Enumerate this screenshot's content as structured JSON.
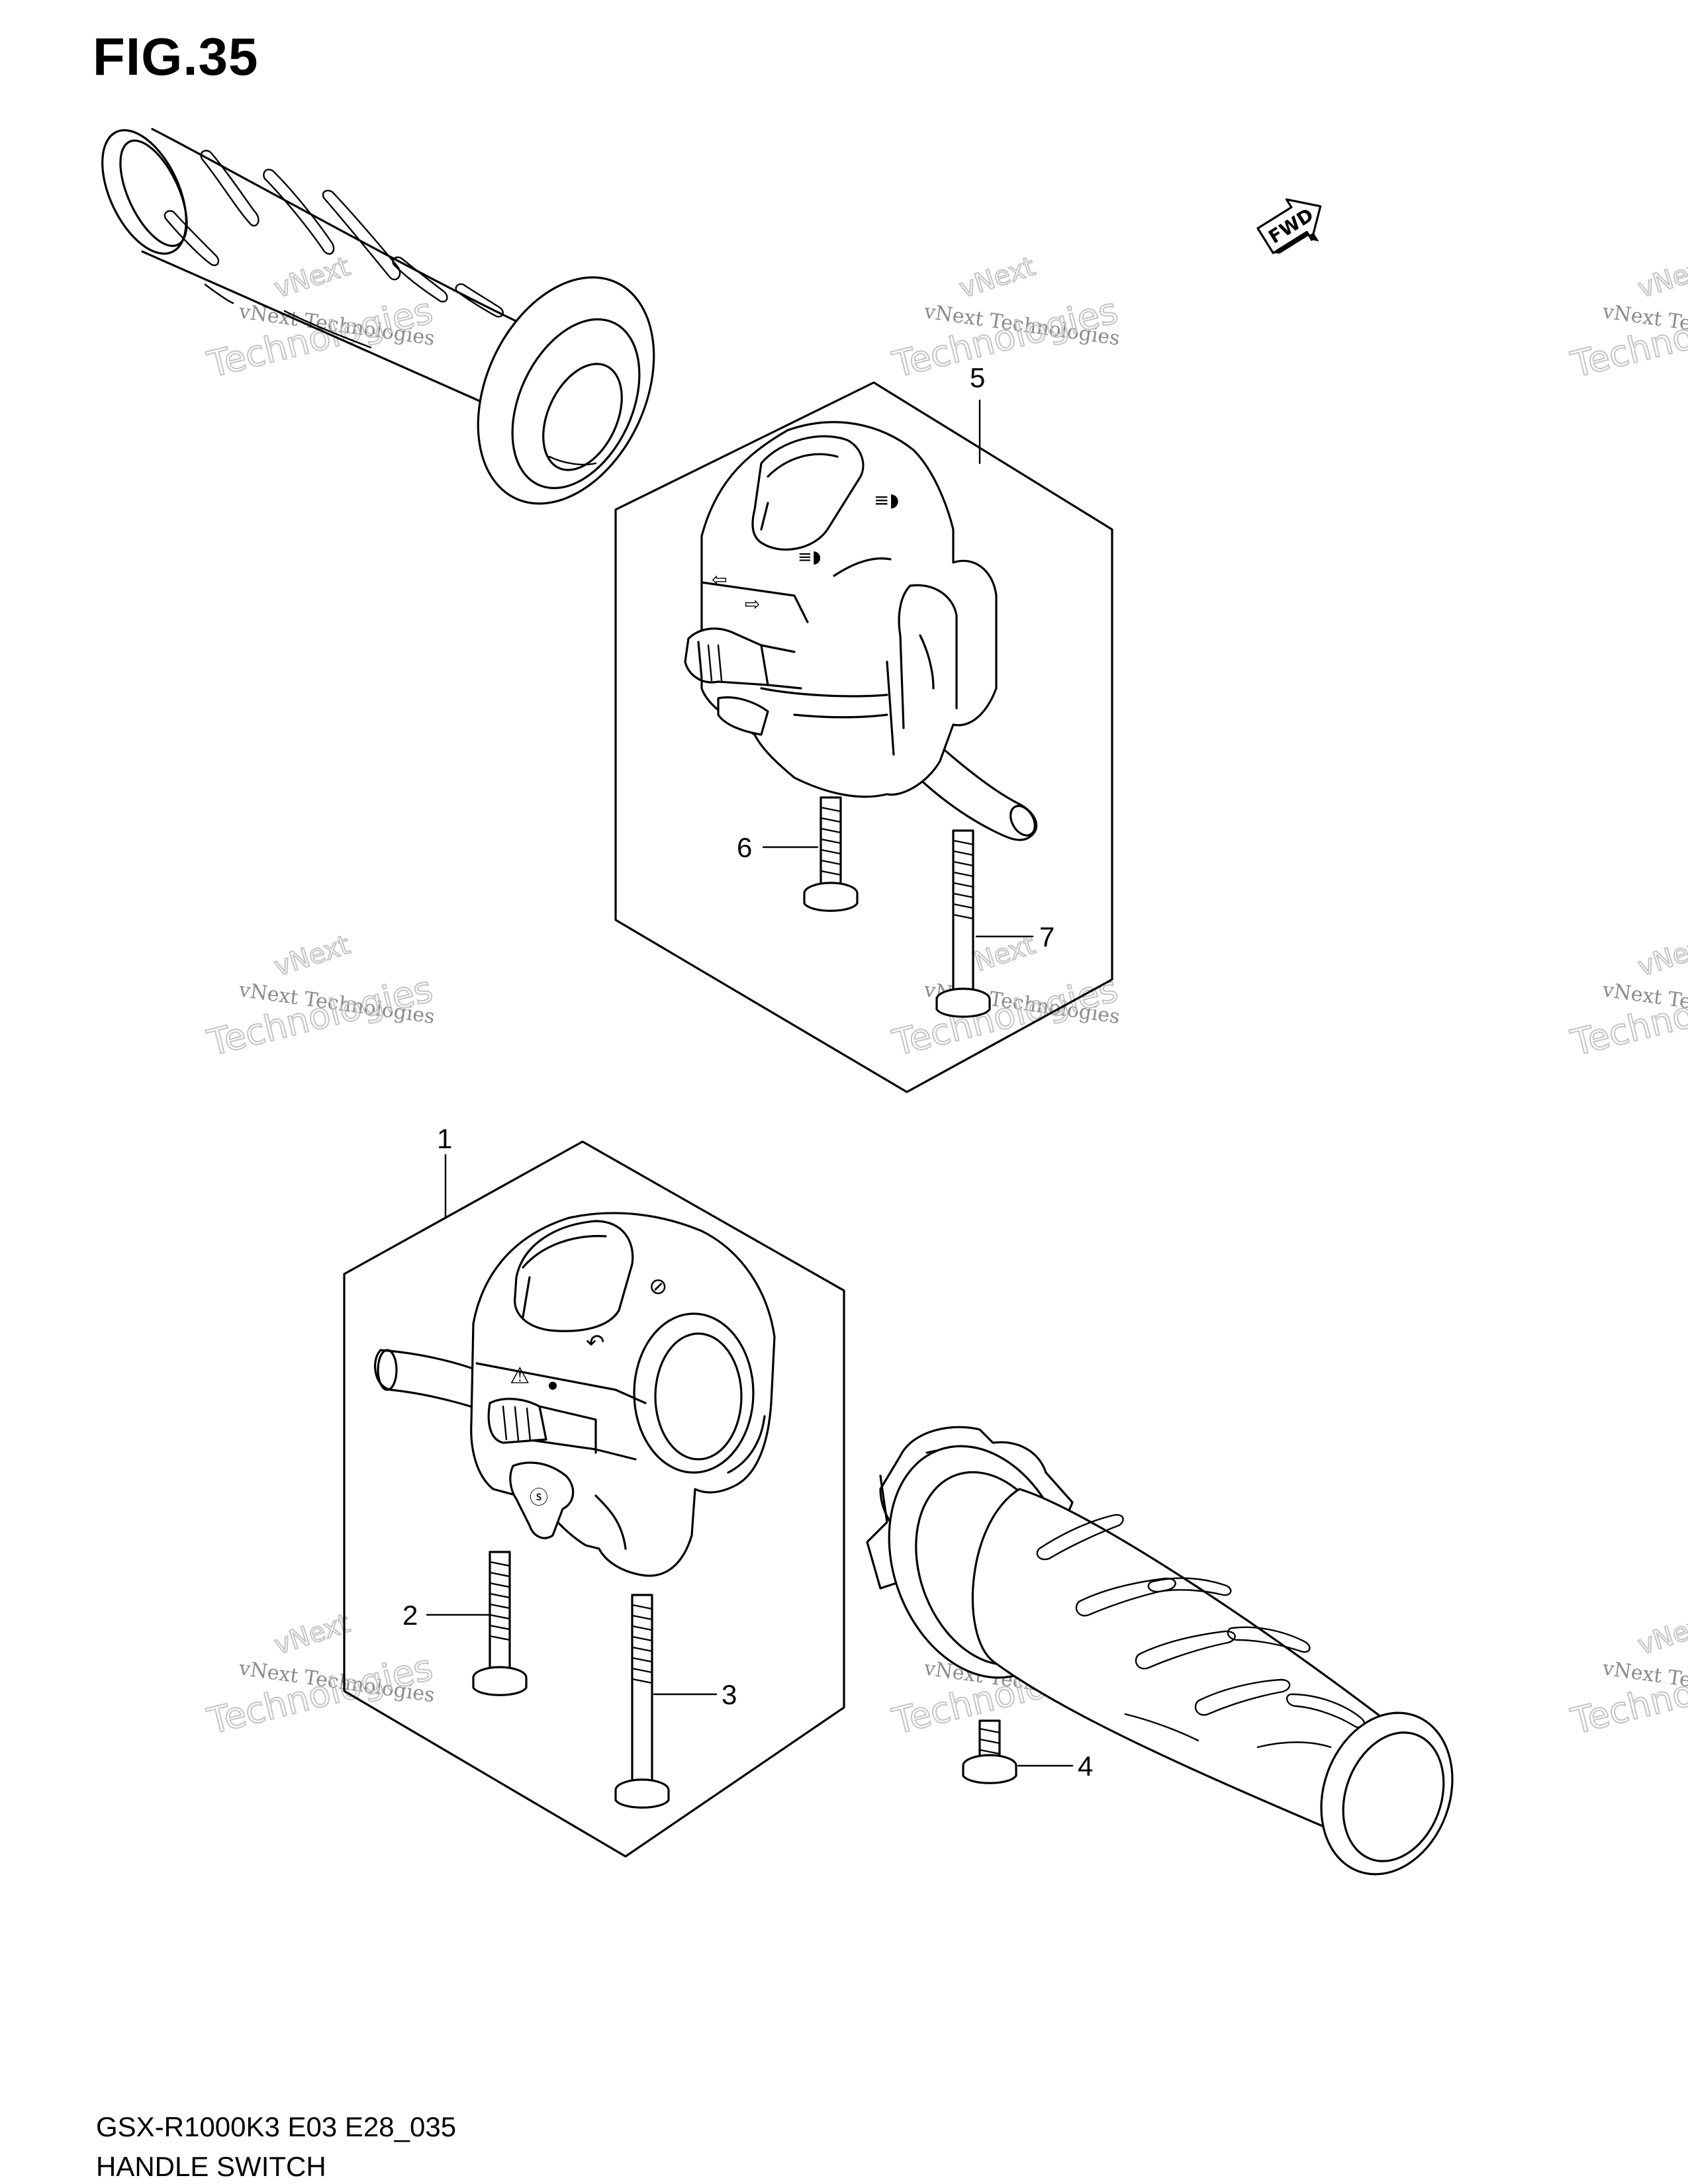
{
  "figure": {
    "title": "FIG.35",
    "model_code": "GSX-R1000K3 E03 E28_035",
    "section_name": "HANDLE SWITCH",
    "fwd_label": "FWD"
  },
  "callouts": [
    "1",
    "2",
    "3",
    "4",
    "5",
    "6",
    "7"
  ],
  "watermark": {
    "line1": "vNext",
    "line2": "vNext Technologies",
    "line3": "Technologies"
  }
}
